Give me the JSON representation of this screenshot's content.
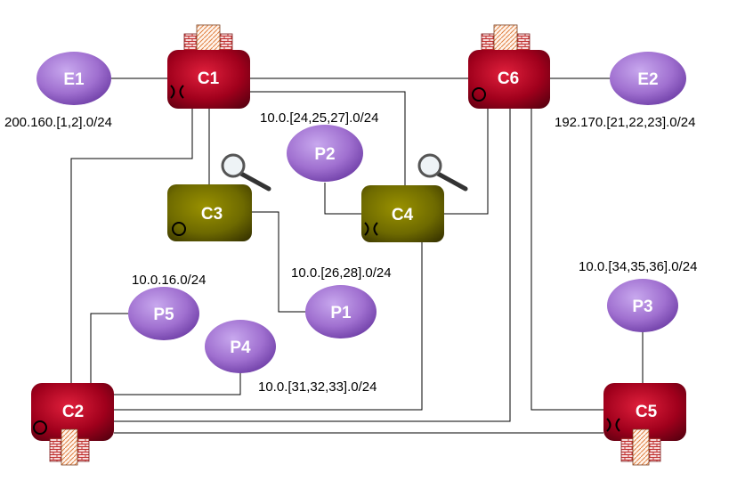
{
  "colors": {
    "router_red": "#a0001c",
    "router_olive": "#6e6a00",
    "ellipse_purple": "#a070d0",
    "link": "#000000",
    "background": "#ffffff"
  },
  "routers": {
    "c1": {
      "label": "C1",
      "marker": "bowtie",
      "firewall": "top"
    },
    "c6": {
      "label": "C6",
      "marker": "circle",
      "firewall": "top"
    },
    "c3": {
      "label": "C3",
      "marker": "circle",
      "probe": true
    },
    "c4": {
      "label": "C4",
      "marker": "bowtie",
      "probe": true
    },
    "c2": {
      "label": "C2",
      "marker": "circle",
      "firewall": "bottom"
    },
    "c5": {
      "label": "C5",
      "marker": "bowtie",
      "firewall": "bottom"
    }
  },
  "networks": {
    "e1": {
      "label": "E1",
      "subnet": "200.160.[1,2].0/24"
    },
    "e2": {
      "label": "E2",
      "subnet": "192.170.[21,22,23].0/24"
    },
    "p1": {
      "label": "P1",
      "subnet": "10.0.[26,28].0/24"
    },
    "p2": {
      "label": "P2",
      "subnet": "10.0.[24,25,27].0/24"
    },
    "p3": {
      "label": "P3",
      "subnet": "10.0.[34,35,36].0/24"
    },
    "p4": {
      "label": "P4",
      "subnet": "10.0.[31,32,33].0/24"
    },
    "p5": {
      "label": "P5",
      "subnet": "10.0.16.0/24"
    }
  }
}
